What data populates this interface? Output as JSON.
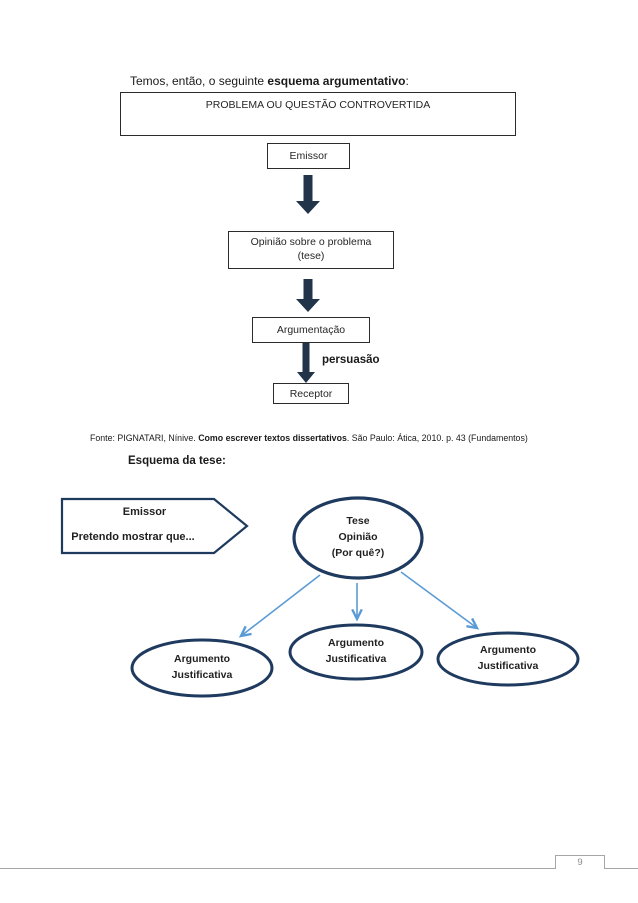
{
  "intro": {
    "prefix": "Temos, então, o seguinte ",
    "bold": "esquema argumentativo",
    "suffix": ":"
  },
  "flowchart": {
    "problema_box": "PROBLEMA OU QUESTÃO CONTROVERTIDA",
    "emissor_box": "Emissor",
    "opiniao_line1": "Opinião sobre o problema",
    "opiniao_line2": "(tese)",
    "argumentacao_box": "Argumentação",
    "persuasao_label": "persuasão",
    "receptor_box": "Receptor"
  },
  "citation": {
    "prefix": "Fonte: PIGNATARI, Nínive. ",
    "bold_title": "Como escrever textos dissertativos",
    "suffix": ". São Paulo: Ática, 2010. p. 43 (Fundamentos)"
  },
  "tese": {
    "heading": "Esquema da tese:",
    "emissor_title": "Emissor",
    "emissor_subtitle": "Pretendo mostrar que...",
    "tese_lines": [
      "Tese",
      "Opinião",
      "(Por quê?)"
    ],
    "argumentos": [
      {
        "line1": "Argumento",
        "line2": "Justificativa"
      },
      {
        "line1": "Argumento",
        "line2": "Justificativa"
      },
      {
        "line1": "Argumento",
        "line2": "Justificativa"
      }
    ]
  },
  "footer": {
    "page_number": "9"
  },
  "colors": {
    "box_border": "#2b2b2b",
    "block_arrow": "#213449",
    "shape_stroke": "#1f3a5f",
    "connector_blue": "#5b9bd5",
    "footer_gray": "#a6a6a6",
    "text": "#1a1a1a"
  }
}
